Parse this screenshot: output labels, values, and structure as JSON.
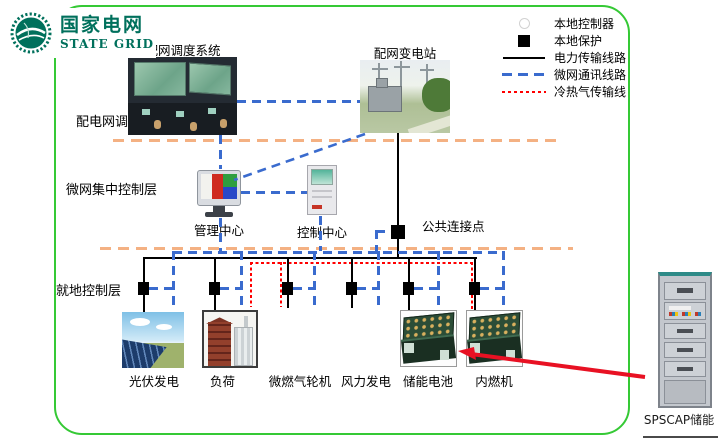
{
  "logo": {
    "title": "国家电网",
    "subtitle": "State Grid"
  },
  "legend": {
    "items": [
      {
        "symbol": "local-controller-circle",
        "label": "本地控制器"
      },
      {
        "symbol": "local-protection-square",
        "label": "本地保护"
      },
      {
        "symbol": "power-line-solid",
        "label": "电力传输线路"
      },
      {
        "symbol": "comm-line-dashed",
        "label": "微网通讯线路"
      },
      {
        "symbol": "gas-line-dotted",
        "label": "冷热气传输线"
      }
    ]
  },
  "layers": [
    {
      "label": "配电网调度层"
    },
    {
      "label": "微网集中控制层"
    },
    {
      "label": "就地控制层"
    }
  ],
  "nodes": {
    "dispatch_system": "配网调度系统",
    "substation": "配网变电站",
    "management_center": "管理中心",
    "control_center": "控制中心",
    "pcc": "公共连接点"
  },
  "devices": [
    {
      "label": "光伏发电"
    },
    {
      "label": "负荷"
    },
    {
      "label": "微燃气轮机"
    },
    {
      "label": "风力发电"
    },
    {
      "label": "储能电池"
    },
    {
      "label": "内燃机"
    }
  ],
  "annotation": {
    "label": "SPSCAP储能"
  },
  "colors": {
    "frame_green": "#35c935",
    "layer_separator_orange": "#f4b183",
    "comm_blue": "#3a6bce",
    "gas_red": "#ff0000",
    "power_black": "#000000",
    "logo_green": "#00705c"
  }
}
